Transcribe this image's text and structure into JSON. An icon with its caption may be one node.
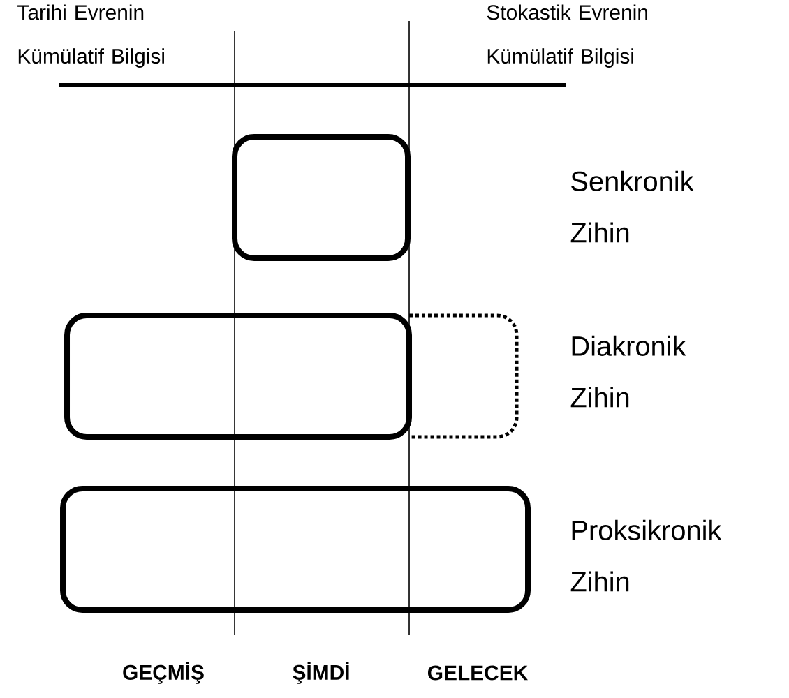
{
  "diagram": {
    "nodes": [
      {
        "text": [],
        "shape": "box"
      },
      {
        "text": [],
        "shape": "box"
      },
      {
        "text": [],
        "shape": "box"
      },
      {
        "text": [],
        "shape": "box"
      }
    ],
    "edges": [],
    "labels": [
      "Tarihi Evrenin Kümülatif Bilgisi",
      "Stokastik Evrenin Kümülatif Bilgisi",
      "Senkronik Zihin",
      "Diakronik Zihin",
      "Proksikronik Zihin",
      "GEÇMİŞ",
      "ŞİMDİ",
      "GELECEK"
    ]
  }
}
